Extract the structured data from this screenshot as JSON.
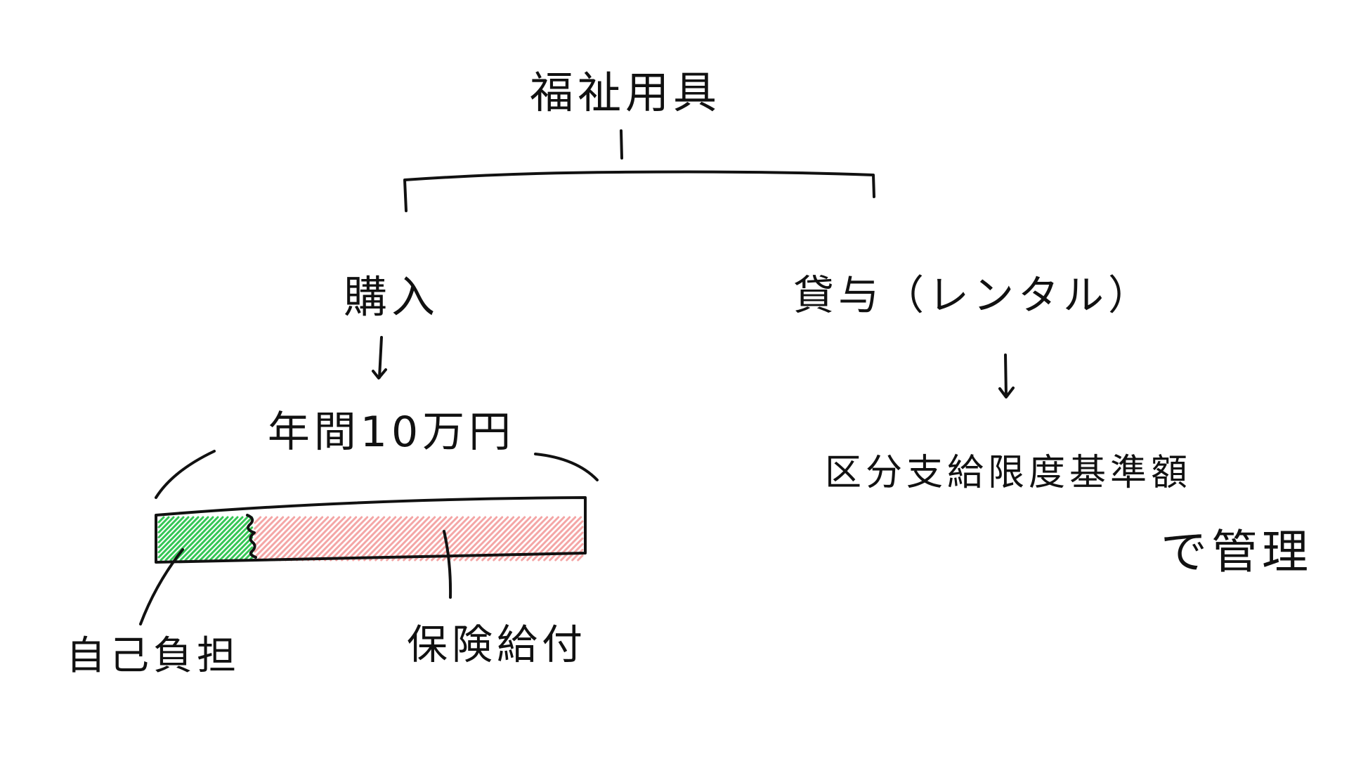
{
  "root": {
    "label": "福祉用具"
  },
  "branches": {
    "purchase": {
      "label": "購入",
      "limit_label": "年間10万円",
      "bar": {
        "self_pay_label": "自己負担",
        "insurance_label": "保険給付",
        "self_pay_color": "#35c655",
        "insurance_color": "#f4a6a6",
        "self_pay_fraction": 0.22
      }
    },
    "rental": {
      "label": "貸与（レンタル）",
      "limit_label_line1": "区分支給限度基準額",
      "limit_label_line2": "で管理"
    }
  }
}
